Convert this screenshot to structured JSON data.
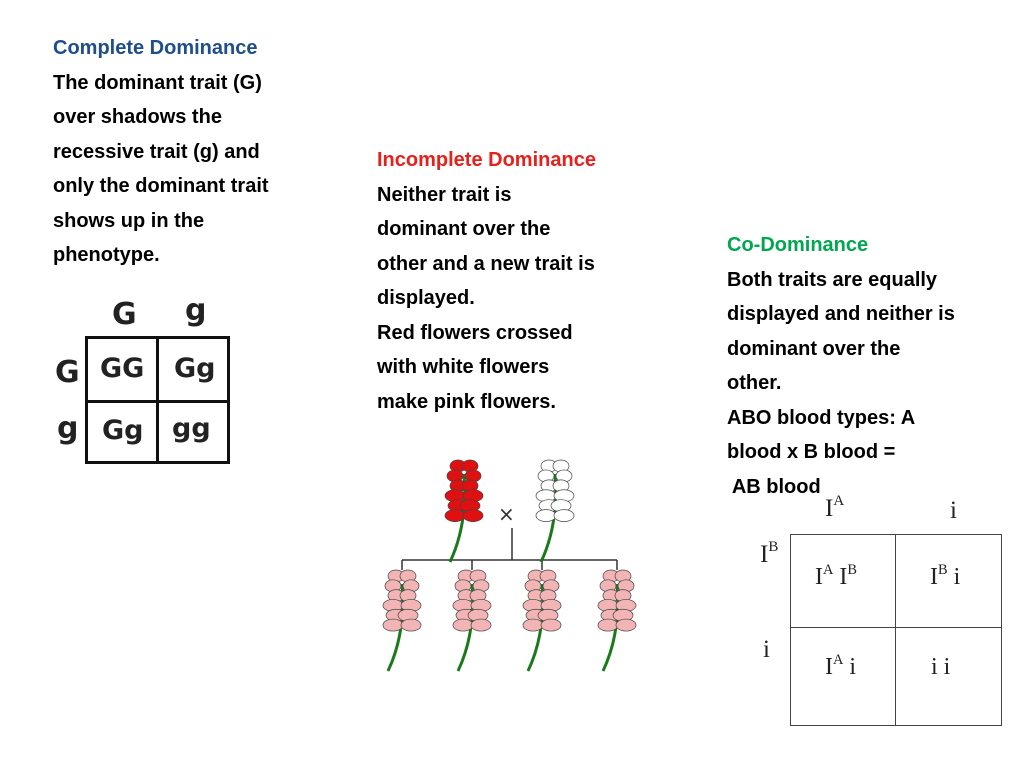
{
  "complete": {
    "heading": "Complete Dominance",
    "lines": [
      "The dominant trait (G)",
      "over shadows the",
      "recessive trait (g) and",
      "only the dominant trait",
      "shows up in the",
      "phenotype."
    ],
    "heading_color": "#1f4e8c",
    "punnett": {
      "top": [
        "G",
        "g"
      ],
      "side": [
        "G",
        "g"
      ],
      "cells": [
        "GG",
        "Gg",
        "Gg",
        "gg"
      ]
    }
  },
  "incomplete": {
    "heading": "Incomplete Dominance",
    "lines": [
      "Neither trait is",
      "dominant over the",
      "other and a new trait is",
      "displayed.",
      "Red flowers crossed",
      "with white flowers",
      "make pink flowers."
    ],
    "heading_color": "#e8201c",
    "cross_symbol": "×",
    "flower_colors": {
      "red": "#e01010",
      "white": "#ffffff",
      "pink": "#f2b4b4",
      "stem": "#1a7a1a"
    }
  },
  "codominance": {
    "heading": "Co-Dominance",
    "lines": [
      "Both traits are equally",
      "displayed and neither is",
      "dominant over the",
      "other.",
      "ABO blood types:  A",
      "blood x B blood =",
      " AB blood"
    ],
    "heading_color": "#00a650",
    "punnett": {
      "top_base": "I",
      "top_sup": "A",
      "top_right": "i",
      "side_base": "I",
      "side_sup": "B",
      "side_bottom": "i",
      "c1_a": "I",
      "c1_a_sup": "A",
      "c1_b": "I",
      "c1_b_sup": "B",
      "c2_a": "I",
      "c2_a_sup": "B",
      "c2_b": "i",
      "c3_a": "I",
      "c3_a_sup": "A",
      "c3_b": "i",
      "c4": "i i"
    }
  }
}
